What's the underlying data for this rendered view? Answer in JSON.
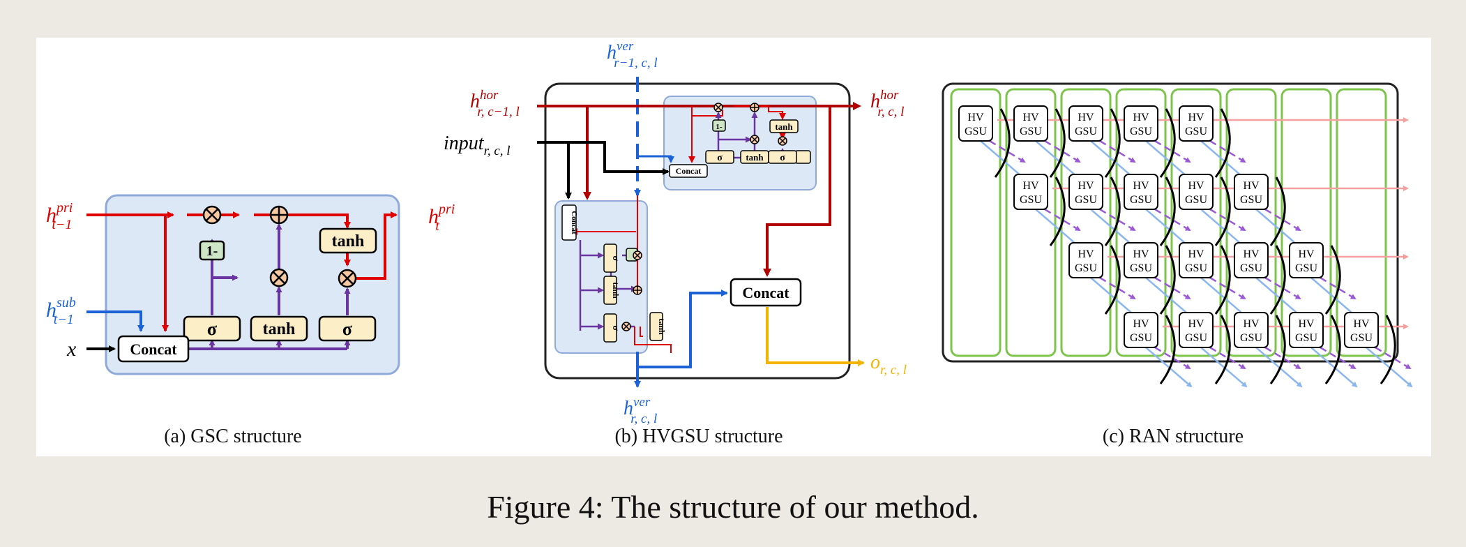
{
  "colors": {
    "red": "#e00000",
    "dark_red": "#b00000",
    "blue": "#1a62d6",
    "purple": "#6a35a0",
    "orange": "#f2b400",
    "cell_fill": "#dde8f6",
    "cell_border": "#8faad8",
    "gate_fill": "#fcefc7",
    "green_fill": "#cfe6c6",
    "column_green": "#7cc44a",
    "pink": "#f5a0a0",
    "light_blue": "#8cb6ee",
    "dash_purple": "#9a5ad6"
  },
  "gsc": {
    "caption": "(a) GSC structure",
    "concat": "Concat",
    "sigma": "σ",
    "tanh": "tanh",
    "one_minus": "1-",
    "times": "⊗",
    "plus": "⊕",
    "in_prev": {
      "base": "h",
      "sup": "pri",
      "sub": "t−1"
    },
    "in_sub": {
      "base": "h",
      "sup": "sub",
      "sub": "t−1"
    },
    "in_x": "x",
    "out": {
      "base": "h",
      "sup": "pri",
      "sub": "t"
    }
  },
  "hvgsu": {
    "caption": "(b) HVGSU structure",
    "concat": "Concat",
    "sigma": "σ",
    "tanh": "tanh",
    "one_minus": "1-",
    "in_ver": {
      "base": "h",
      "sup": "ver",
      "sub": "r−1, c, l"
    },
    "in_hor": {
      "base": "h",
      "sup": "hor",
      "sub": "r, c−1, l"
    },
    "in_input": {
      "base": "input",
      "sub": "r, c, l"
    },
    "out_hor": {
      "base": "h",
      "sup": "hor",
      "sub": "r, c, l"
    },
    "out_ver": {
      "base": "h",
      "sup": "ver",
      "sub": "r, c, l"
    },
    "out_o": {
      "base": "o",
      "sub": "r, c, l"
    }
  },
  "ran": {
    "caption": "(c) RAN structure",
    "unit_line1": "HV",
    "unit_line2": "GSU",
    "columns": 8,
    "rows": 4
  },
  "figure_caption": "Figure 4: The structure of our method."
}
